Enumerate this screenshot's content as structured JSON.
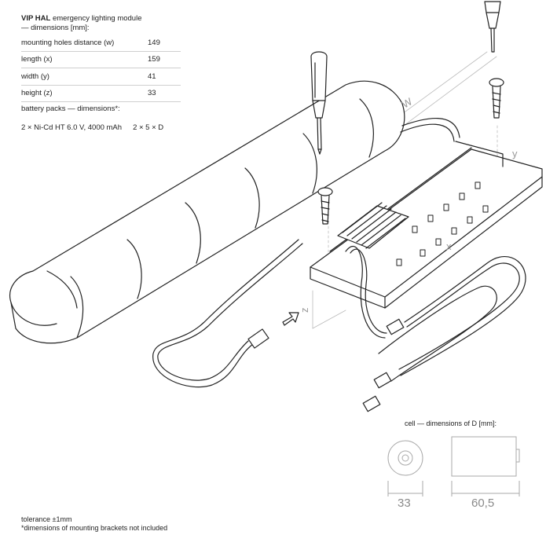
{
  "spec": {
    "title_bold": "VIP HAL",
    "title_rest": " emergency lighting module",
    "subtitle": "— dimensions [mm]:",
    "rows": [
      {
        "label": "mounting holes distance (w)",
        "value": "149"
      },
      {
        "label": "length (x)",
        "value": "159"
      },
      {
        "label": "width (y)",
        "value": "41"
      },
      {
        "label": "height (z)",
        "value": "33"
      }
    ]
  },
  "battery": {
    "heading": "battery packs — dimensions*:",
    "line": "2 × Ni-Cd HT 6.0 V, 4000 mAh",
    "cells": "2 × 5 × D"
  },
  "diagram_labels": {
    "w": "W",
    "x": "x",
    "y": "y",
    "z": "z"
  },
  "cell": {
    "caption": "cell — dimensions of D [mm]:",
    "diameter": "33",
    "length": "60,5"
  },
  "footer": {
    "tolerance": "tolerance ±1mm",
    "note": "*dimensions of mounting brackets not included"
  }
}
